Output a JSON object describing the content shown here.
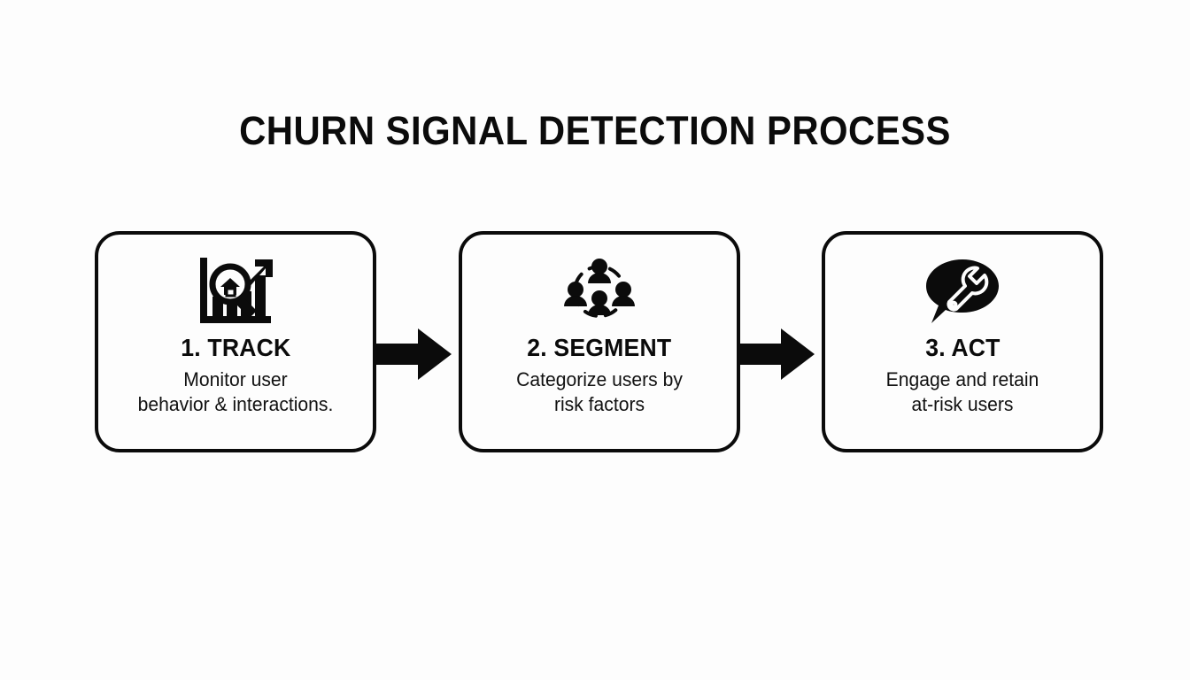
{
  "meta": {
    "background_color": "#fdfdfd",
    "ink_color": "#0b0b0b"
  },
  "header": {
    "title": "CHURN SIGNAL DETECTION PROCESS"
  },
  "flow": {
    "steps": [
      {
        "icon": "chart-magnifier-icon",
        "heading": "1. TRACK",
        "body": "Monitor user\nbehavior & interactions."
      },
      {
        "icon": "user-group-network-icon",
        "heading": "2. SEGMENT",
        "body": "Categorize users by\nrisk factors"
      },
      {
        "icon": "speech-bubble-wrench-icon",
        "heading": "3. ACT",
        "body": "Engage and retain\nat-risk users"
      }
    ],
    "connectors": [
      {
        "icon": "arrow-right-icon",
        "from": "1. TRACK",
        "to": "2. SEGMENT"
      },
      {
        "icon": "arrow-right-icon",
        "from": "2. SEGMENT",
        "to": "3. ACT"
      }
    ]
  }
}
